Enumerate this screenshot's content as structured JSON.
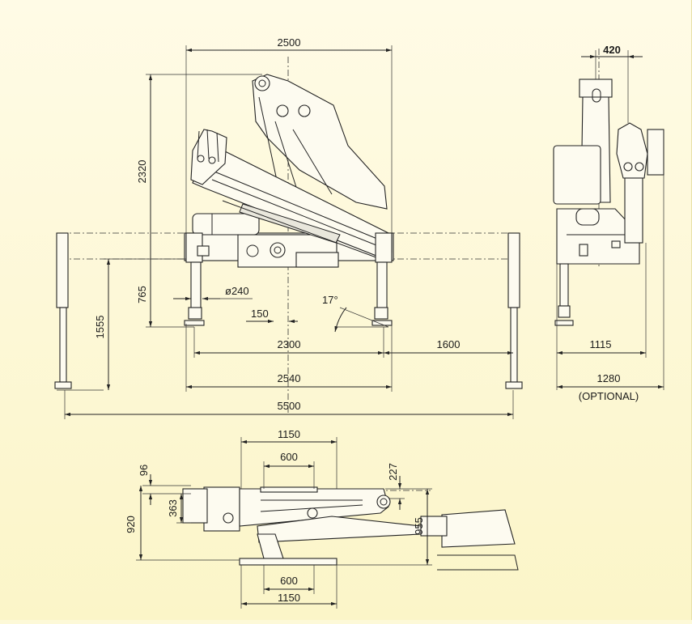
{
  "colors": {
    "background": "#fdf9d8",
    "line": "#222222"
  },
  "front_view": {
    "dims": {
      "width_top": "2500",
      "height_total": "2320",
      "height_lower": "765",
      "height_outrigger": "1555",
      "diameter": "ø240",
      "offset_150": "150",
      "angle": "17°",
      "base_2300": "2300",
      "ext_1600": "1600",
      "base_2540": "2540",
      "span_5500": "5500"
    }
  },
  "side_view": {
    "dims": {
      "top_420": "420",
      "width_1115": "1115",
      "width_1280": "1280",
      "optional_label": "(OPTIONAL)"
    }
  },
  "top_view": {
    "dims": {
      "top_1150": "1150",
      "top_600": "600",
      "left_96": "96",
      "left_363": "363",
      "left_920": "920",
      "right_227": "227",
      "right_955": "955",
      "bottom_600": "600",
      "bottom_1150": "1150"
    }
  }
}
